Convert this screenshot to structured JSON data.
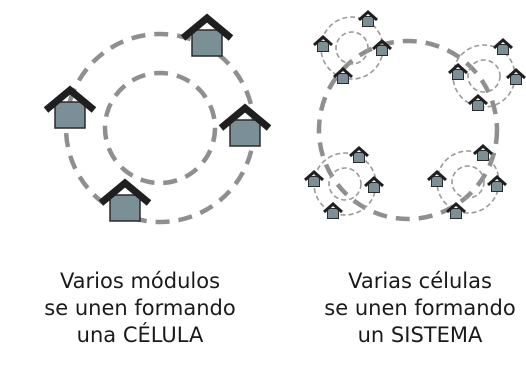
{
  "diagram": {
    "left_caption": {
      "line1": "Varios módulos",
      "line2": "se unen formando",
      "line3": "una CÉLULA"
    },
    "right_caption": {
      "line1": "Varias células",
      "line2": "se unen formando",
      "line3": "un SISTEMA"
    },
    "colors": {
      "ring": "#8f8f8f",
      "roof": "#1f1f1f",
      "house_body": "#7a9096",
      "house_outline": "#2b2b2b",
      "text": "#1a1a1a"
    },
    "icons": {
      "module": "house-icon"
    }
  }
}
